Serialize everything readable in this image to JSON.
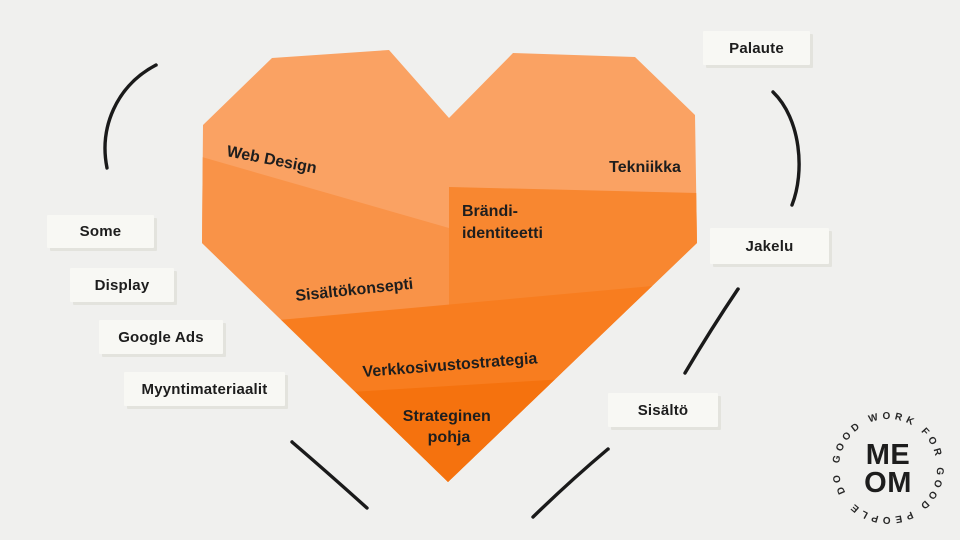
{
  "background_color": "#f0f0ee",
  "heart": {
    "text_color": "#1e1e1e",
    "sections": [
      {
        "name": "web-design",
        "label": "Web Design",
        "color": "#FAA263"
      },
      {
        "name": "tekniikka",
        "label": "Tekniikka",
        "color": "#FAA263"
      },
      {
        "name": "sisaltokonsepti",
        "label": "Sisältökonsepti",
        "color": "#F99348"
      },
      {
        "name": "brandi-identiteetti",
        "label": "Brändi-identiteetti",
        "label_line1": "Brändi-",
        "label_line2": "identiteetti",
        "color": "#F88730"
      },
      {
        "name": "verkkosivustostrategia",
        "label": "Verkkosivustostrategia",
        "color": "#F87D1F"
      },
      {
        "name": "strateginen-pohja",
        "label": "Strateginen pohja",
        "label_line1": "Strateginen",
        "label_line2": "pohja",
        "color": "#F5720E"
      }
    ]
  },
  "outer_labels": {
    "palaute": "Palaute",
    "jakelu": "Jakelu",
    "sisalto": "Sisältö",
    "some": "Some",
    "display": "Display",
    "google_ads": "Google Ads",
    "myyntimateriaalit": "Myyntimateriaalit"
  },
  "logo": {
    "ring_text": "DO GOOD WORK FOR GOOD PEOPLE",
    "center_line1": "ME",
    "center_line2": "OM"
  },
  "colors": {
    "arrow": "#1a1a1a",
    "label_box_bg": "#f8f8f4",
    "label_box_shadow": "#e3e3dd"
  }
}
